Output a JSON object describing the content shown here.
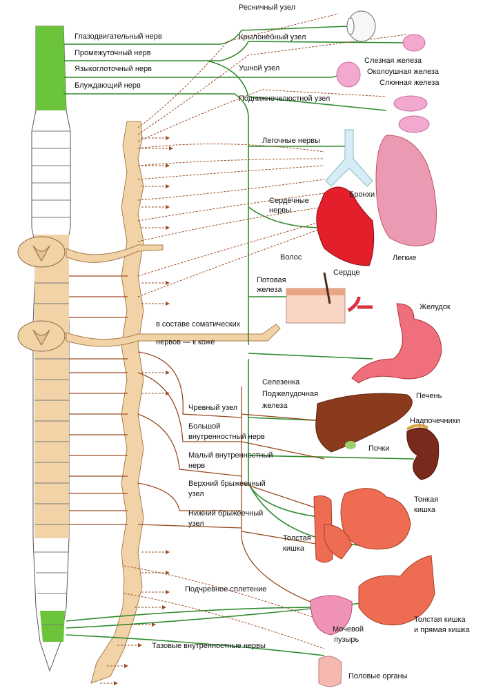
{
  "cranial_nerves": {
    "oculomotor": "Глазодвигательный нерв",
    "intermediate": "Промежуточный нерв",
    "glossopharyngeal": "Языкоглоточный нерв",
    "vagus": "Блуждающий нерв"
  },
  "ganglia": {
    "ciliary": "Ресничный узел",
    "pterygopalatine": "Крылонёбный узел",
    "otic": "Ушной узел",
    "submandibular": "Поднижнечелюстной узел",
    "celiac": "Чревный узел",
    "superior_mesenteric": "Верхний брыжеечный узел",
    "inferior_mesenteric": "Нижний брыжеечный узел"
  },
  "glands": {
    "lacrimal": "Слезная железа",
    "parotid": "Околоушная железа",
    "salivary": "Слюнная железа"
  },
  "nerves": {
    "pulmonary": "Легочные нервы",
    "cardiac_1": "Сердечные",
    "cardiac_2": "нервы",
    "somatic_1": "в составе соматических",
    "somatic_2": "нервов — к коже",
    "greater_splanchnic_1": "Большой",
    "greater_splanchnic_2": "внутренностный нерв",
    "lesser_splanchnic_1": "Малый внутренностный",
    "lesser_splanchnic_2": "нерв",
    "superior_mesenteric_1": "Верхний брыжеечный",
    "superior_mesenteric_2": "узел",
    "inferior_mesenteric_1": "Нижний брыжеечный",
    "inferior_mesenteric_2": "узел",
    "hypogastric": "Подчревное сплетение",
    "pelvic": "Тазовые внутренностные нервы"
  },
  "organs": {
    "bronchi": "Бронхи",
    "lungs": "Легкие",
    "heart": "Сердце",
    "hair": "Волос",
    "sweat_1": "Потовая",
    "sweat_2": "железа",
    "stomach": "Желудок",
    "spleen": "Селезенка",
    "pancreas_1": "Поджелудочная",
    "pancreas_2": "железа",
    "liver": "Печень",
    "adrenals": "Надпочечники",
    "kidneys": "Почки",
    "small_intestine_1": "Тонкая",
    "small_intestine_2": "кишка",
    "large_intestine_1": "Толстая",
    "large_intestine_2": "кишка",
    "colon_rectum_1": "Толстая кишка",
    "colon_rectum_2": "и прямая кишка",
    "bladder_1": "Мочевой",
    "bladder_2": "пузырь",
    "genitals": "Половые органы"
  },
  "colors": {
    "parasympathetic": "#2e8b2e",
    "sympathetic": "#9a4a1f",
    "spinal_cord_green": "#6cc43a",
    "sympathetic_chain": "#f2d3a8"
  }
}
